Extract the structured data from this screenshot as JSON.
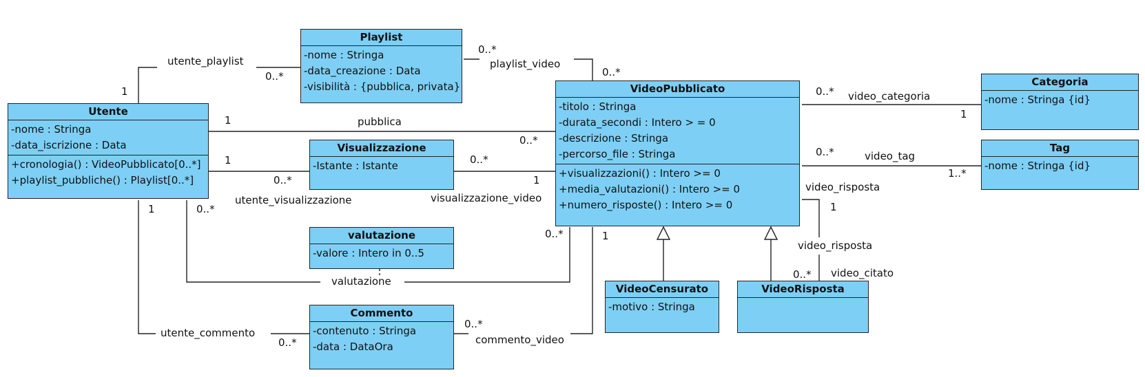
{
  "classes": {
    "utente": {
      "name": "Utente",
      "attrs": [
        "-nome : Stringa",
        "-data_iscrizione : Data"
      ],
      "ops": [
        "+cronologia() : VideoPubblicato[0..*]",
        "+playlist_pubbliche() : Playlist[0..*]"
      ]
    },
    "playlist": {
      "name": "Playlist",
      "attrs": [
        "-nome : Stringa",
        "-data_creazione : Data",
        "-visibilità : {pubblica, privata}"
      ]
    },
    "video_pubblicato": {
      "name": "VideoPubblicato",
      "attrs": [
        "-titolo : Stringa",
        "-durata_secondi : Intero > = 0",
        "-descrizione : Stringa",
        "-percorso_file : Stringa"
      ],
      "ops": [
        "+visualizzazioni() : Intero >=  0",
        "+media_valutazioni() : Intero >= 0",
        "+numero_risposte() : Intero >= 0"
      ]
    },
    "visualizzazione": {
      "name": "Visualizzazione",
      "attrs": [
        "-Istante : Istante"
      ]
    },
    "valutazione": {
      "name": "valutazione",
      "attrs": [
        "-valore : Intero in 0..5"
      ]
    },
    "commento": {
      "name": "Commento",
      "attrs": [
        "-contenuto : Stringa",
        "-data : DataOra"
      ]
    },
    "categoria": {
      "name": "Categoria",
      "attrs": [
        "-nome : Stringa {id}"
      ]
    },
    "tag": {
      "name": "Tag",
      "attrs": [
        "-nome : Stringa {id}"
      ]
    },
    "video_censurato": {
      "name": "VideoCensurato",
      "attrs": [
        "-motivo : Stringa"
      ]
    },
    "video_risposta": {
      "name": "VideoRisposta",
      "attrs": []
    }
  },
  "associations": {
    "utente_playlist": {
      "name": "utente_playlist",
      "mult_a": "1",
      "mult_b": "0..*"
    },
    "playlist_video": {
      "name": "playlist_video",
      "mult_a": "0..*",
      "mult_b": "0..*"
    },
    "pubblica": {
      "name": "pubblica",
      "mult_a": "1",
      "mult_b": "0..*"
    },
    "utente_visualizzazione": {
      "name": "utente_visualizzazione",
      "mult_a": "1",
      "mult_b": "0..*"
    },
    "visualizzazione_video": {
      "name": "visualizzazione_video",
      "mult_a": "0..*",
      "mult_b": "1"
    },
    "valutazione": {
      "name": "valutazione",
      "mult_a": "0..*",
      "mult_b": "0..*"
    },
    "utente_commento": {
      "name": "utente_commento",
      "mult_a": "1",
      "mult_b": "0..*"
    },
    "commento_video": {
      "name": "commento_video",
      "mult_a": "0..*",
      "mult_b": "1"
    },
    "video_categoria": {
      "name": "video_categoria",
      "mult_a": "0..*",
      "mult_b": "1"
    },
    "video_tag": {
      "name": "video_tag",
      "mult_a": "0..*",
      "mult_b": "1..*"
    },
    "video_risposta_assoc": {
      "role_risposta": "video_risposta",
      "role_citato": "video_citato",
      "name": "video_risposta",
      "mult_a": "1",
      "mult_b": "0..*"
    }
  }
}
